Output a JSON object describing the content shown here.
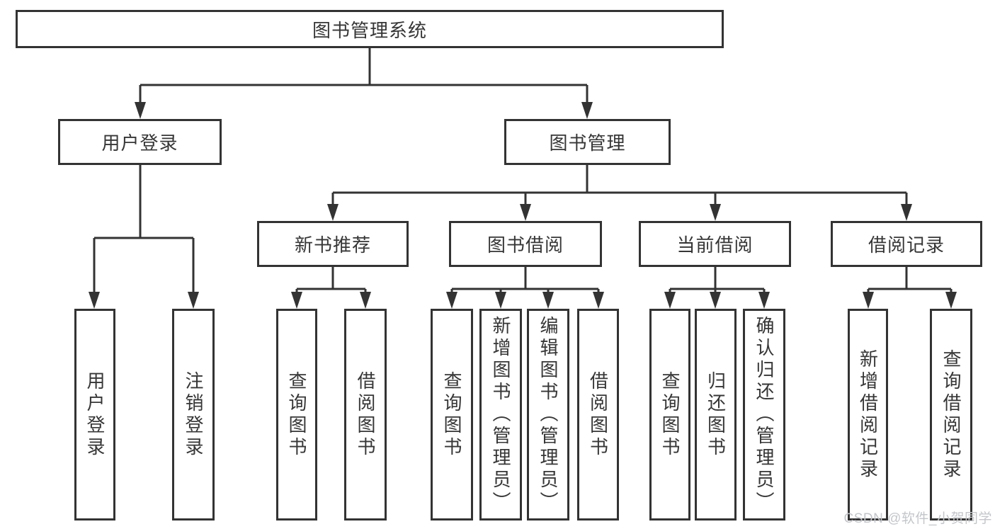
{
  "colors": {
    "line": "#333333",
    "text": "#363636",
    "wm": "#c3c6ca"
  },
  "watermark": "CSDN @软件_小贺同学",
  "diagram": {
    "root": {
      "label": "图书管理系统"
    },
    "branches": [
      {
        "label": "用户登录",
        "children": [
          {
            "label": "用户登录"
          },
          {
            "label": "注销登录"
          }
        ]
      },
      {
        "label": "图书管理",
        "children": [
          {
            "label": "新书推荐",
            "children": [
              {
                "label": "查询图书"
              },
              {
                "label": "借阅图书"
              }
            ]
          },
          {
            "label": "图书借阅",
            "children": [
              {
                "label": "查询图书"
              },
              {
                "label": "新增图书（管理员）"
              },
              {
                "label": "编辑图书（管理员）"
              },
              {
                "label": "借阅图书"
              }
            ]
          },
          {
            "label": "当前借阅",
            "children": [
              {
                "label": "查询图书"
              },
              {
                "label": "归还图书"
              },
              {
                "label": "确认归还（管理员）"
              }
            ]
          },
          {
            "label": "借阅记录",
            "children": [
              {
                "label": "新增借阅记录"
              },
              {
                "label": "查询借阅记录"
              }
            ]
          }
        ]
      }
    ]
  }
}
